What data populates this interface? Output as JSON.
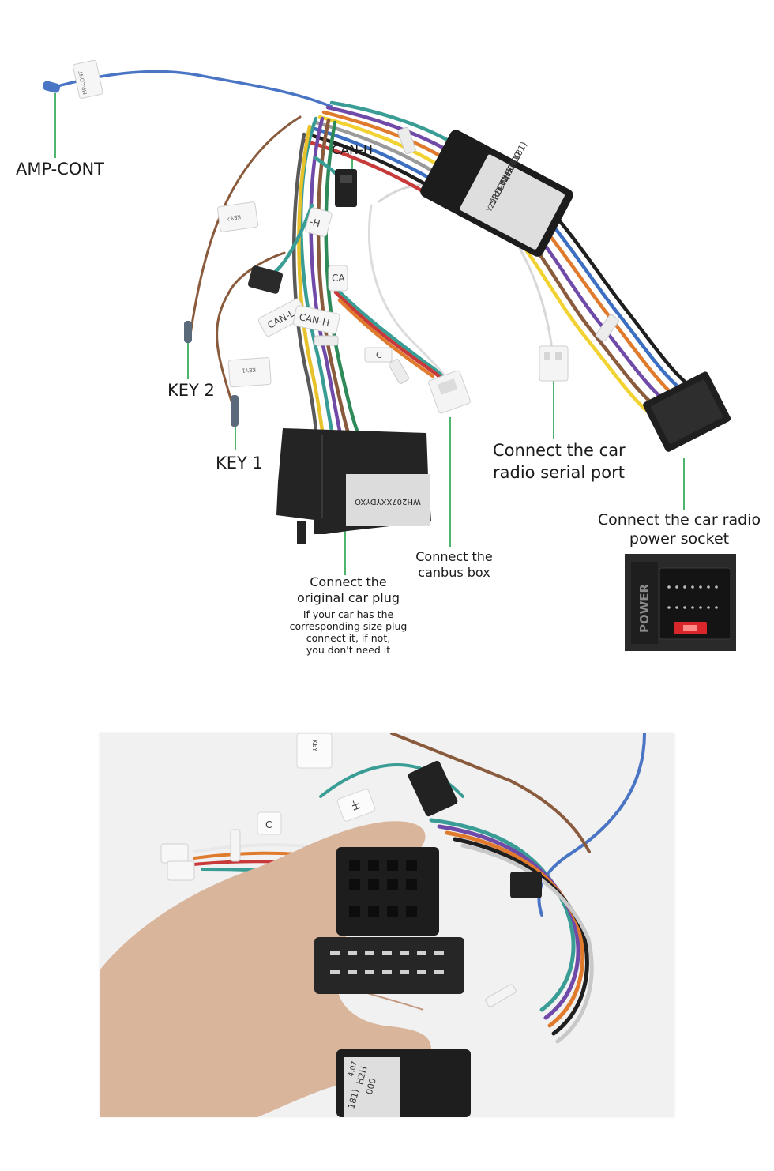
{
  "labels": {
    "amp_cont": "AMP-CONT",
    "can_h": "CAN-H",
    "key2": "KEY 2",
    "key1": "KEY 1",
    "serial_port_line1": "Connect the car",
    "serial_port_line2": "radio  serial port",
    "power_line1": "Connect the car radio",
    "power_line2": "power socket",
    "canbus_line1": "Connect the",
    "canbus_line2": "canbus box",
    "orig_line1": "Connect the",
    "orig_line2": "original car plug",
    "note_line1": "If your car has the",
    "note_line2": "corresponding size plug",
    "note_line3": "connect it, if not,",
    "note_line4": "you don't need it"
  },
  "tags": {
    "amp_tag": "MP-CONT",
    "key2_tag": "KEY2",
    "key1_tag": "KEY1",
    "can_l_tag": "CAN-L",
    "can_h_tag": "CAN-H",
    "can_tag": "CA",
    "c_tag": "C",
    "h_tag": "-H"
  },
  "module": {
    "line1": "YZ2024.07",
    "line2": "SRD-WH2H",
    "line3": "CTLYX000",
    "line4": "(H00181)"
  },
  "plug_label": {
    "line1": "WH207XXYDYXO"
  },
  "socket": {
    "text": "POWER"
  },
  "photo": {
    "module_text_1": "H2H",
    "module_text_2": "000",
    "module_text_3": "181)",
    "module_text_4": "4.07",
    "key_tag": "KEY",
    "can_fragment_1": "-H",
    "can_fragment_2": "C"
  },
  "colors": {
    "callout": "#22a24a",
    "connector": "#262626",
    "blue_wire": "#4a74c4",
    "brown_wire": "#8a5a3c"
  }
}
